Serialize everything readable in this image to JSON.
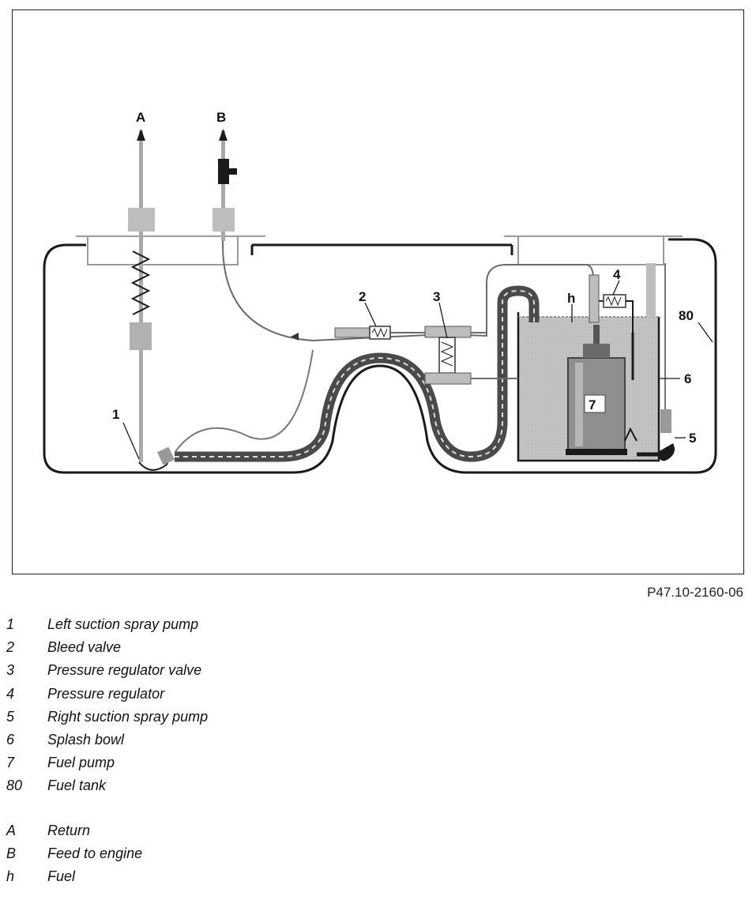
{
  "figure": {
    "reference_code": "P47.10-2160-06",
    "callouts": {
      "A": "A",
      "B": "B",
      "c1": "1",
      "c2": "2",
      "c3": "3",
      "c4": "4",
      "h": "h",
      "c80": "80",
      "c6": "6",
      "c7": "7",
      "c5": "5"
    }
  },
  "legend_numbered": [
    {
      "key": "1",
      "text": "Left suction spray pump"
    },
    {
      "key": "2",
      "text": "Bleed valve"
    },
    {
      "key": "3",
      "text": "Pressure regulator valve"
    },
    {
      "key": "4",
      "text": "Pressure regulator"
    },
    {
      "key": "5",
      "text": "Right suction spray pump"
    },
    {
      "key": "6",
      "text": "Splash bowl"
    },
    {
      "key": "7",
      "text": "Fuel pump"
    },
    {
      "key": "80",
      "text": "Fuel tank"
    }
  ],
  "legend_lettered": [
    {
      "key": "A",
      "text": "Return"
    },
    {
      "key": "B",
      "text": "Feed to engine"
    },
    {
      "key": "h",
      "text": "Fuel"
    }
  ],
  "colors": {
    "outline": "#1a1a1a",
    "fuel_fill": "#b9b9b9",
    "hose": "#4a4a4a",
    "pump": "#8f8f8f"
  }
}
